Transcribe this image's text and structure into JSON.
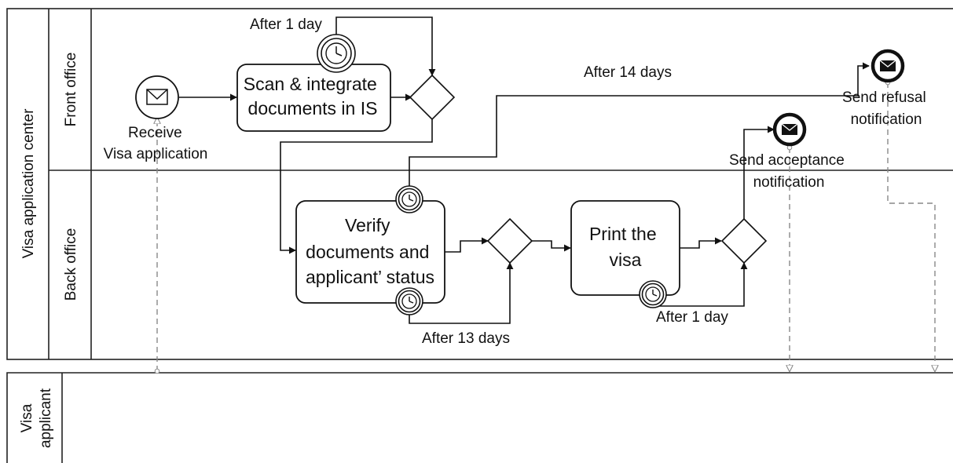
{
  "pools": {
    "center": "Visa application center",
    "applicant": "Visa applicant"
  },
  "lanes": {
    "front": "Front office",
    "back": "Back office"
  },
  "events": {
    "start": [
      "Receive",
      "Visa application"
    ],
    "acceptance": [
      "Send acceptance",
      "notification"
    ],
    "refusal": [
      "Send refusal",
      "notification"
    ]
  },
  "tasks": {
    "scan": [
      "Scan & integrate",
      "documents in IS"
    ],
    "verify": [
      "Verify",
      "documents and",
      "applicant’ status"
    ],
    "print": [
      "Print the",
      "visa"
    ]
  },
  "flow_labels": {
    "after_1_day_top": "After 1 day",
    "after_14_days": "After 14 days",
    "after_13_days": "After 13 days",
    "after_1_day_bottom": "After 1 day"
  },
  "icons": {
    "start": "envelope-icon",
    "timer": "clock-icon",
    "end": "filled-envelope-icon"
  },
  "colors": {
    "line": "#111111",
    "message_flow": "#888888",
    "end_event": "#111111"
  }
}
